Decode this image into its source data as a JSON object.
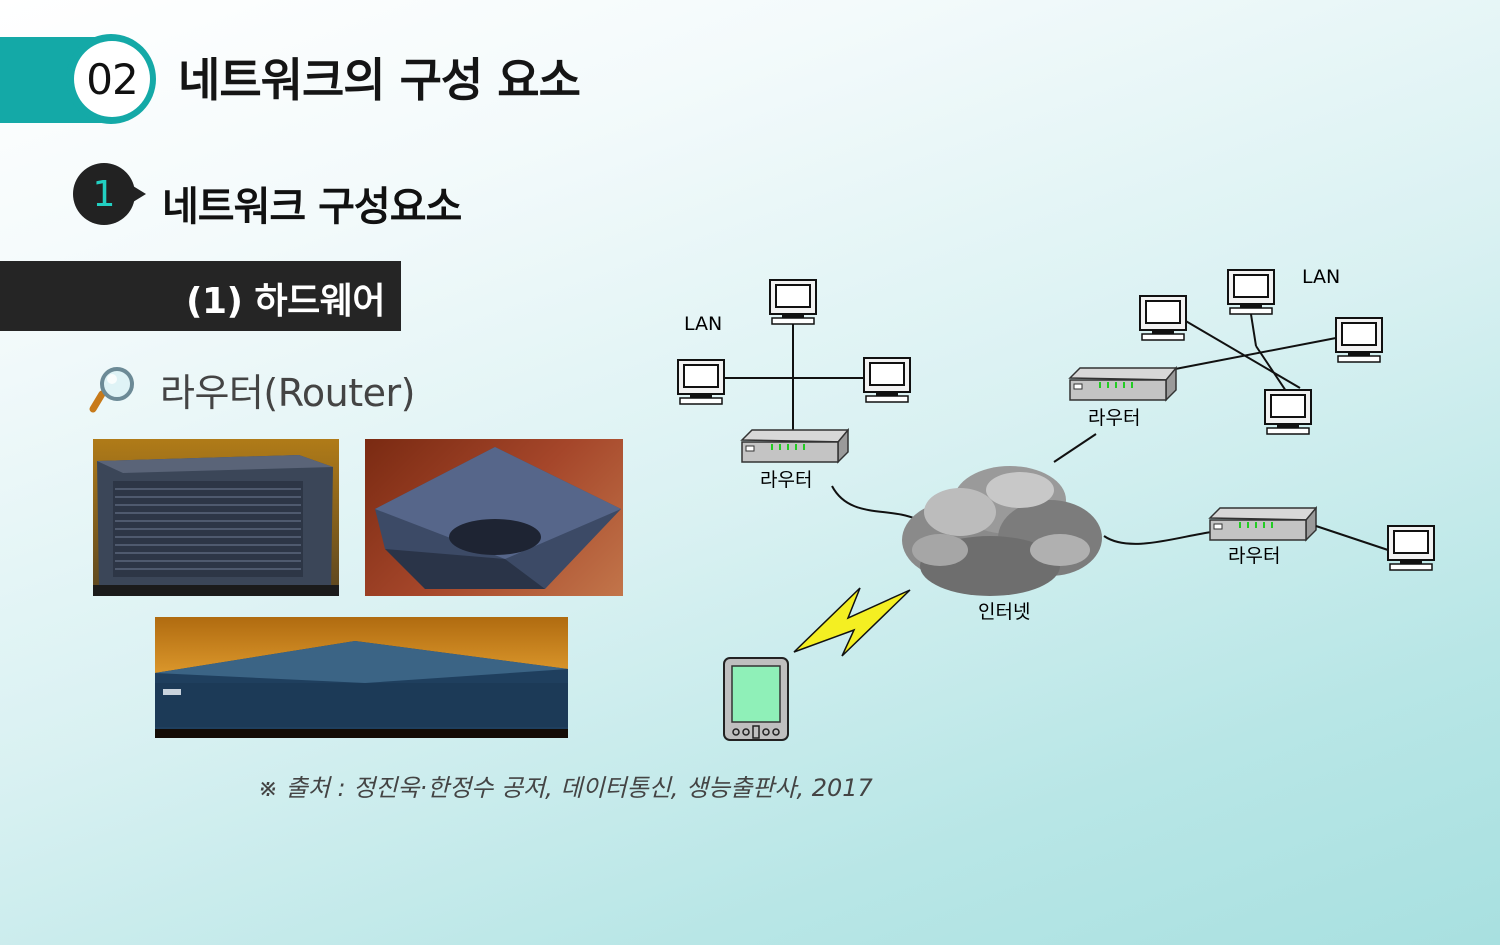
{
  "header": {
    "number": "02",
    "title": "네트워크의 구성 요소"
  },
  "section": {
    "number": "1",
    "title": "네트워크 구성요소"
  },
  "subsection": {
    "title": "(1) 하드웨어"
  },
  "topic": {
    "label": "라우터(Router)",
    "icon": "magnifier-icon"
  },
  "diagram": {
    "lan_left": "LAN",
    "lan_right": "LAN",
    "router_left": "라우터",
    "router_top_right": "라우터",
    "router_bottom_right": "라우터",
    "internet": "인터넷"
  },
  "source": "※ 출처 : 정진욱·한정수 공저, 데이터통신, 생능출판사, 2017",
  "colors": {
    "accent": "#14a9a7",
    "dark": "#252525",
    "section_number": "#22d0c2"
  }
}
